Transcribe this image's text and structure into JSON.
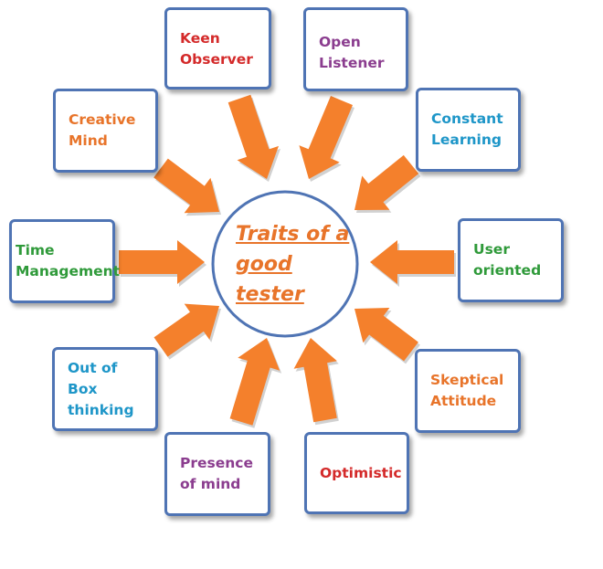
{
  "diagram": {
    "center": {
      "label": "Traits of a good tester",
      "color": "#e8742a",
      "ring_color": "#4f74b4"
    },
    "arrow_color": "#f4802c",
    "box_border_color": "#4f74b4",
    "traits": [
      {
        "id": "keen-observer",
        "label": "Keen\nObserver",
        "color": "#d42a2a"
      },
      {
        "id": "open-listener",
        "label": "Open\nListener",
        "color": "#8b3d8f"
      },
      {
        "id": "constant-learning",
        "label": "Constant\nLearning",
        "color": "#1e96c8"
      },
      {
        "id": "user-oriented",
        "label": "User\noriented",
        "color": "#2f9a3a"
      },
      {
        "id": "skeptical-attitude",
        "label": "Skeptical\nAttitude",
        "color": "#e8742a"
      },
      {
        "id": "optimistic",
        "label": "Optimistic",
        "color": "#d42a2a"
      },
      {
        "id": "presence-of-mind",
        "label": "Presence\nof mind",
        "color": "#8b3d8f"
      },
      {
        "id": "out-of-box-thinking",
        "label": "Out of Box\nthinking",
        "color": "#1e96c8"
      },
      {
        "id": "time-management",
        "label": "Time\nManagement",
        "color": "#2f9a3a"
      },
      {
        "id": "creative-mind",
        "label": "Creative\nMind",
        "color": "#e8742a"
      }
    ]
  }
}
